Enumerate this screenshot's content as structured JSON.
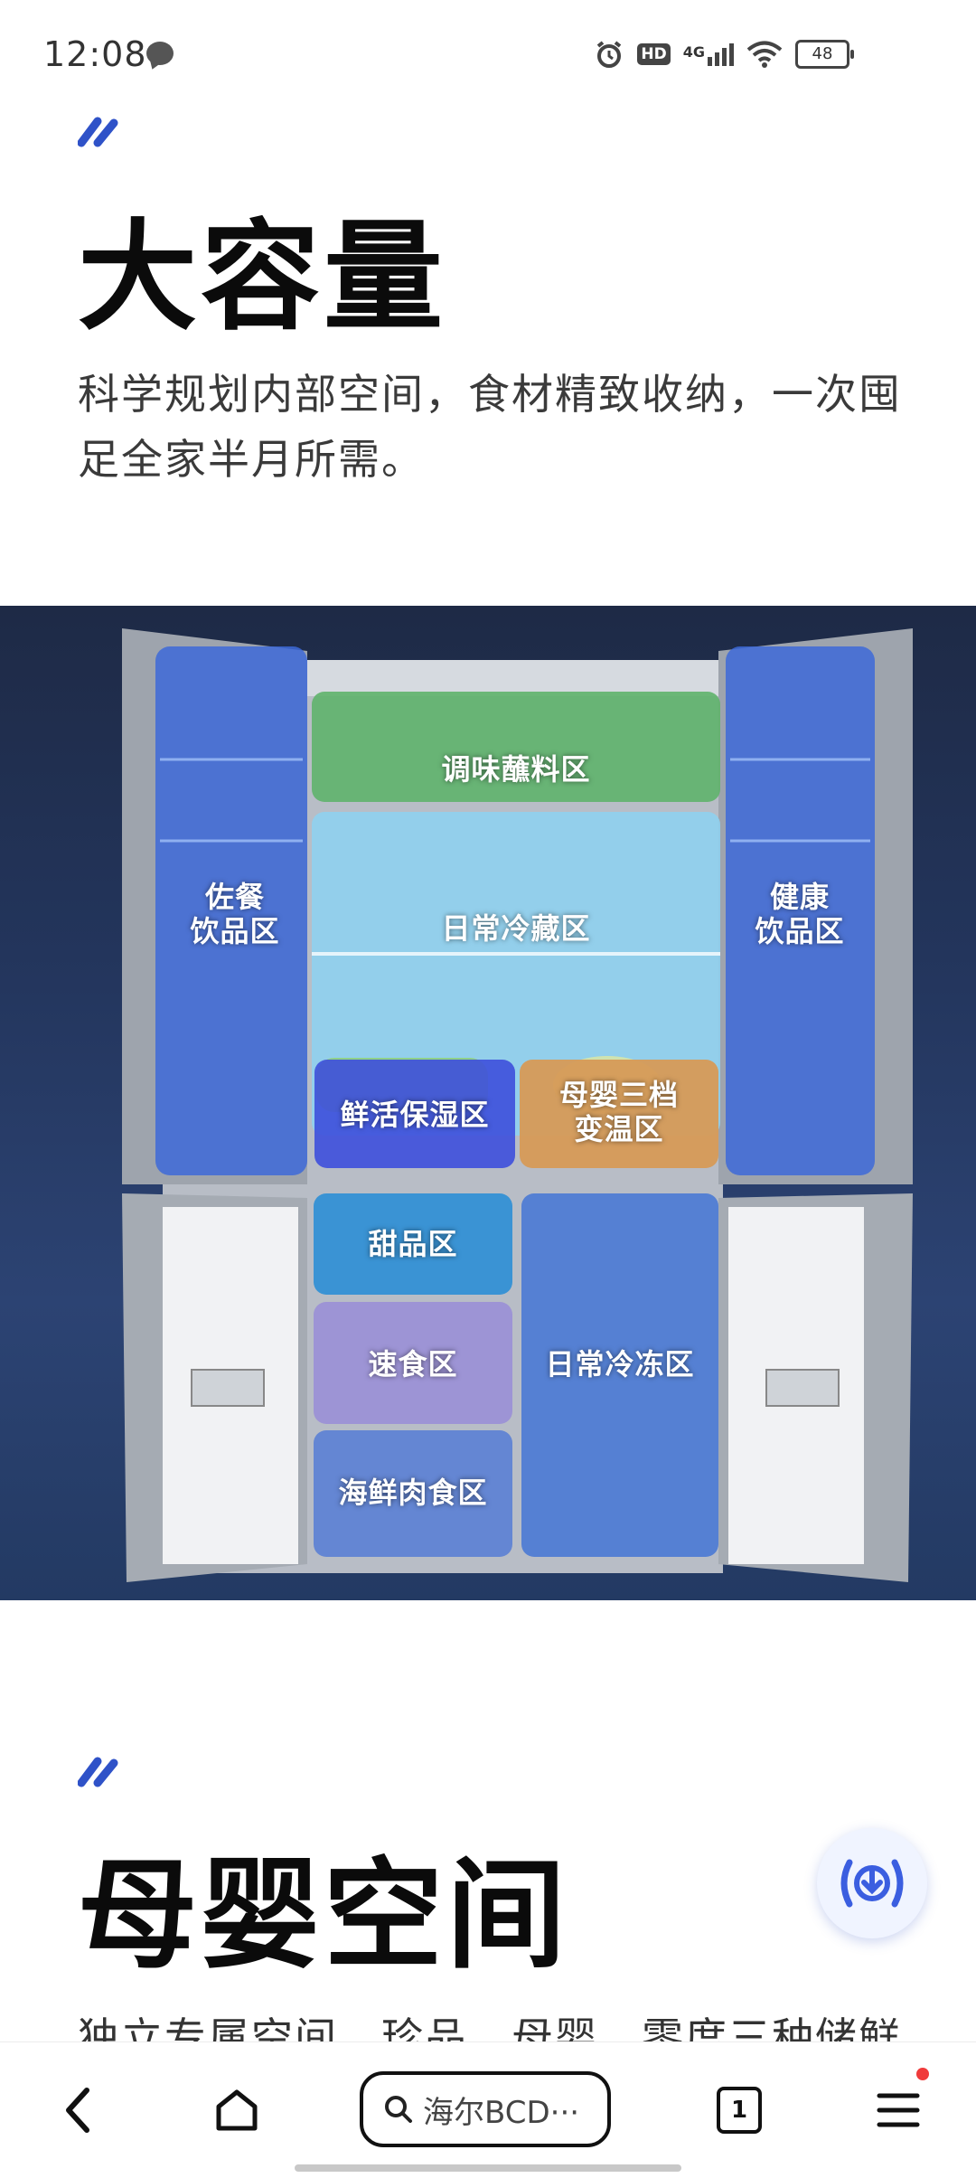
{
  "status_bar": {
    "time": "12:08",
    "icons": [
      "alarm-icon",
      "hd-icon",
      "4g-signal-icon",
      "wifi-icon"
    ],
    "net_label": "4G",
    "hd_label": "HD",
    "battery": "48"
  },
  "section1": {
    "title": "大容量",
    "description": "科学规划内部空间，食材精致收纳，一次囤足全家半月所需。"
  },
  "fridge_zones": {
    "left_door": "佐餐\n饮品区",
    "seasoning": "调味蘸料区",
    "daily_fridge": "日常冷藏区",
    "right_door": "健康\n饮品区",
    "fresh_humid": "鲜活保湿区",
    "baby_temp": "母婴三档\n变温区",
    "dessert": "甜品区",
    "fast_food": "速食区",
    "daily_freeze": "日常冷冻区",
    "seafood_meat": "海鲜肉食区"
  },
  "section2": {
    "title": "母婴空间",
    "description_partial": "独立专属空间，珍品、母婴、零度三种储鲜"
  },
  "bottom_nav": {
    "search_text": "海尔BCD···",
    "tab_count": "1"
  },
  "colors": {
    "accent": "#2f52c8",
    "background": "#ffffff",
    "red_dot": "#f03b3b"
  }
}
